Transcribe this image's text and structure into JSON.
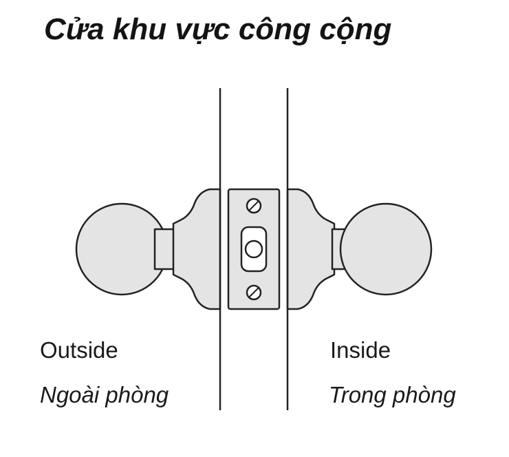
{
  "title": "Cửa khu vực công cộng",
  "labels": {
    "outside_en": "Outside",
    "outside_vi": "Ngoài phòng",
    "inside_en": "Inside",
    "inside_vi": "Trong phòng"
  },
  "colors": {
    "knob_fill": "#e4e4e4",
    "stroke": "#222222",
    "background": "#ffffff"
  }
}
